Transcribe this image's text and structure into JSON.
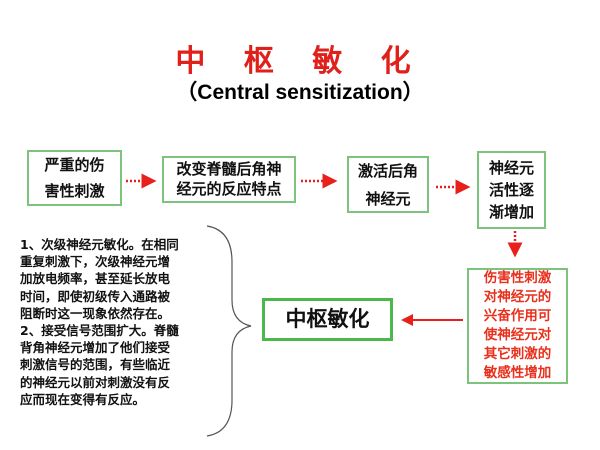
{
  "title": "中 枢 敏 化",
  "subtitle": "（Central sensitization）",
  "flow": [
    {
      "lines": [
        "严重的伤",
        "害性刺激"
      ]
    },
    {
      "lines": [
        "改变脊髓后角神",
        "经元的反应特点"
      ]
    },
    {
      "lines": [
        "激活后角",
        "神经元"
      ]
    },
    {
      "lines": [
        "神经元",
        "活性逐",
        "渐增加"
      ]
    }
  ],
  "effect_box": {
    "lines": [
      "伤害性刺激",
      "对神经元的",
      "兴奋作用可",
      "使神经元对",
      "其它刺激的",
      "敏感性增加"
    ]
  },
  "center_box": "中枢敏化",
  "explanation": [
    "1、次级神经元敏化。在相同",
    "重复刺激下，次级神经元增",
    "加放电频率，甚至延长放电",
    "时间，即使初级传入通路被",
    "阻断时这一现象依然存在。",
    "2、接受信号范围扩大。脊髓",
    "背角神经元增加了他们接受",
    "刺激信号的范围，有些临近",
    "的神经元以前对刺激没有反",
    "应而现在变得有反应。"
  ],
  "colors": {
    "title": "#e0201b",
    "box_border": "#7cc47c",
    "arrow": "#e8201c",
    "effect_text": "#e8301c"
  }
}
